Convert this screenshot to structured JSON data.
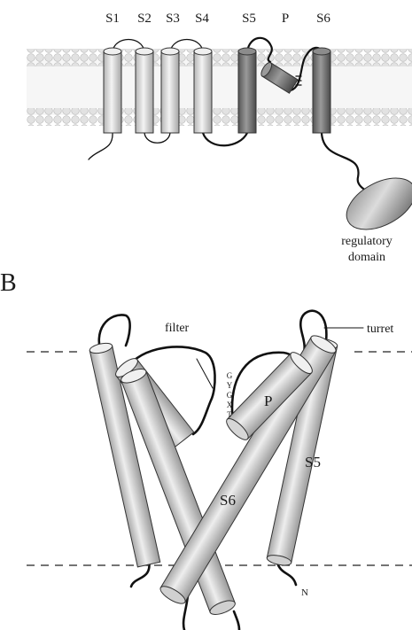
{
  "panel_a": {
    "segments": [
      {
        "label": "S1",
        "shade": "light"
      },
      {
        "label": "S2",
        "shade": "light"
      },
      {
        "label": "S3",
        "shade": "light"
      },
      {
        "label": "S4",
        "shade": "light"
      },
      {
        "label": "S5",
        "shade": "dark"
      },
      {
        "label": "P",
        "shade": "dark"
      },
      {
        "label": "S6",
        "shade": "dark"
      }
    ],
    "domain_line1": "regulatory",
    "domain_line2": "domain"
  },
  "panel_b": {
    "letter": "B",
    "filter_label": "filter",
    "turret_label": "turret",
    "p_label": "P",
    "s5_label": "S5",
    "s6_label": "S6",
    "n_label": "N",
    "selectivity_sequence": [
      "G",
      "Y",
      "G",
      "X",
      "T"
    ]
  },
  "colors": {
    "helix_light": "#d4d4d4",
    "helix_dark": "#6e6e6e",
    "lipid_head": "#d9d9d9",
    "outline": "#111111"
  }
}
